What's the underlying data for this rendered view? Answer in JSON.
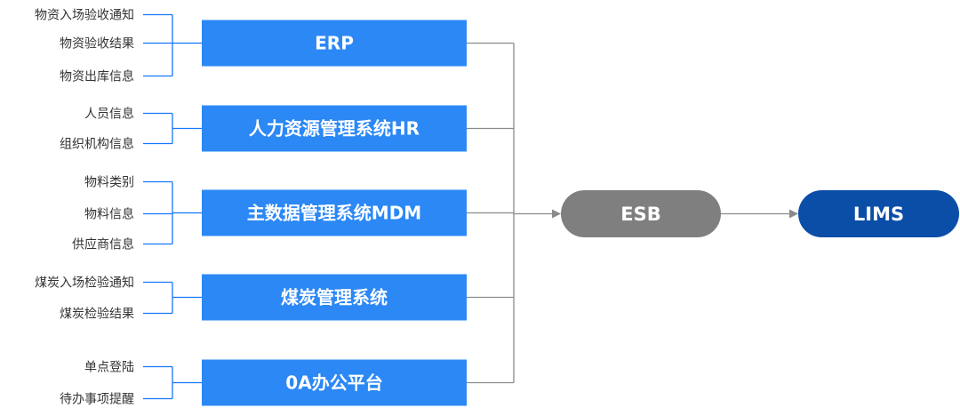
{
  "colors": {
    "system_fill": "#2b88f5",
    "connector": "#1677ff",
    "flow_line": "#8a8a8a",
    "esb_fill": "#7f7f7f",
    "lims_fill": "#0b4ea8",
    "label_text": "#333333"
  },
  "systems": [
    {
      "name": "ERP",
      "items": [
        "物资入场验收通知",
        "物资验收结果",
        "物资出库信息"
      ]
    },
    {
      "name": "人力资源管理系统HR",
      "items": [
        "人员信息",
        "组织机构信息"
      ]
    },
    {
      "name": "主数据管理系统MDM",
      "items": [
        "物料类别",
        "物料信息",
        "供应商信息"
      ]
    },
    {
      "name": "煤炭管理系统",
      "items": [
        "煤炭入场检验通知",
        "煤炭检验结果"
      ]
    },
    {
      "name": "0A办公平台",
      "items": [
        "单点登陆",
        "待办事项提醒"
      ]
    }
  ],
  "esb": {
    "label": "ESB"
  },
  "lims": {
    "label": "LIMS"
  }
}
